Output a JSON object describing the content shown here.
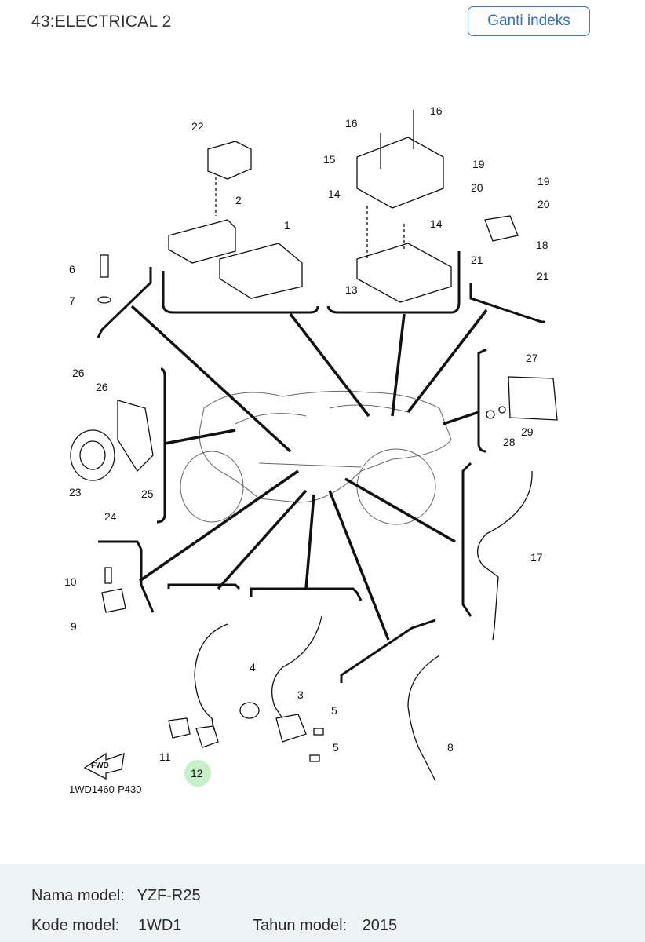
{
  "header": {
    "title": "43:ELECTRICAL 2",
    "change_index_label": "Ganti indeks"
  },
  "diagram": {
    "part_code": "1WD1460-P430",
    "fwd_label": "FWD",
    "highlighted_part": "12",
    "callouts": [
      "1",
      "2",
      "3",
      "4",
      "5",
      "5",
      "6",
      "7",
      "8",
      "9",
      "10",
      "11",
      "12",
      "13",
      "14",
      "14",
      "15",
      "16",
      "16",
      "17",
      "18",
      "19",
      "19",
      "20",
      "20",
      "21",
      "21",
      "22",
      "23",
      "24",
      "25",
      "26",
      "26",
      "27",
      "28",
      "29"
    ]
  },
  "footer": {
    "model_name_label": "Nama model:",
    "model_name_value": "YZF-R25",
    "model_code_label": "Kode model:",
    "model_code_value": "1WD1",
    "model_year_label": "Tahun model:",
    "model_year_value": "2015"
  },
  "colors": {
    "accent": "#2d6cbf",
    "highlight": "#9be39b",
    "footer_bg": "#eef3f8"
  }
}
